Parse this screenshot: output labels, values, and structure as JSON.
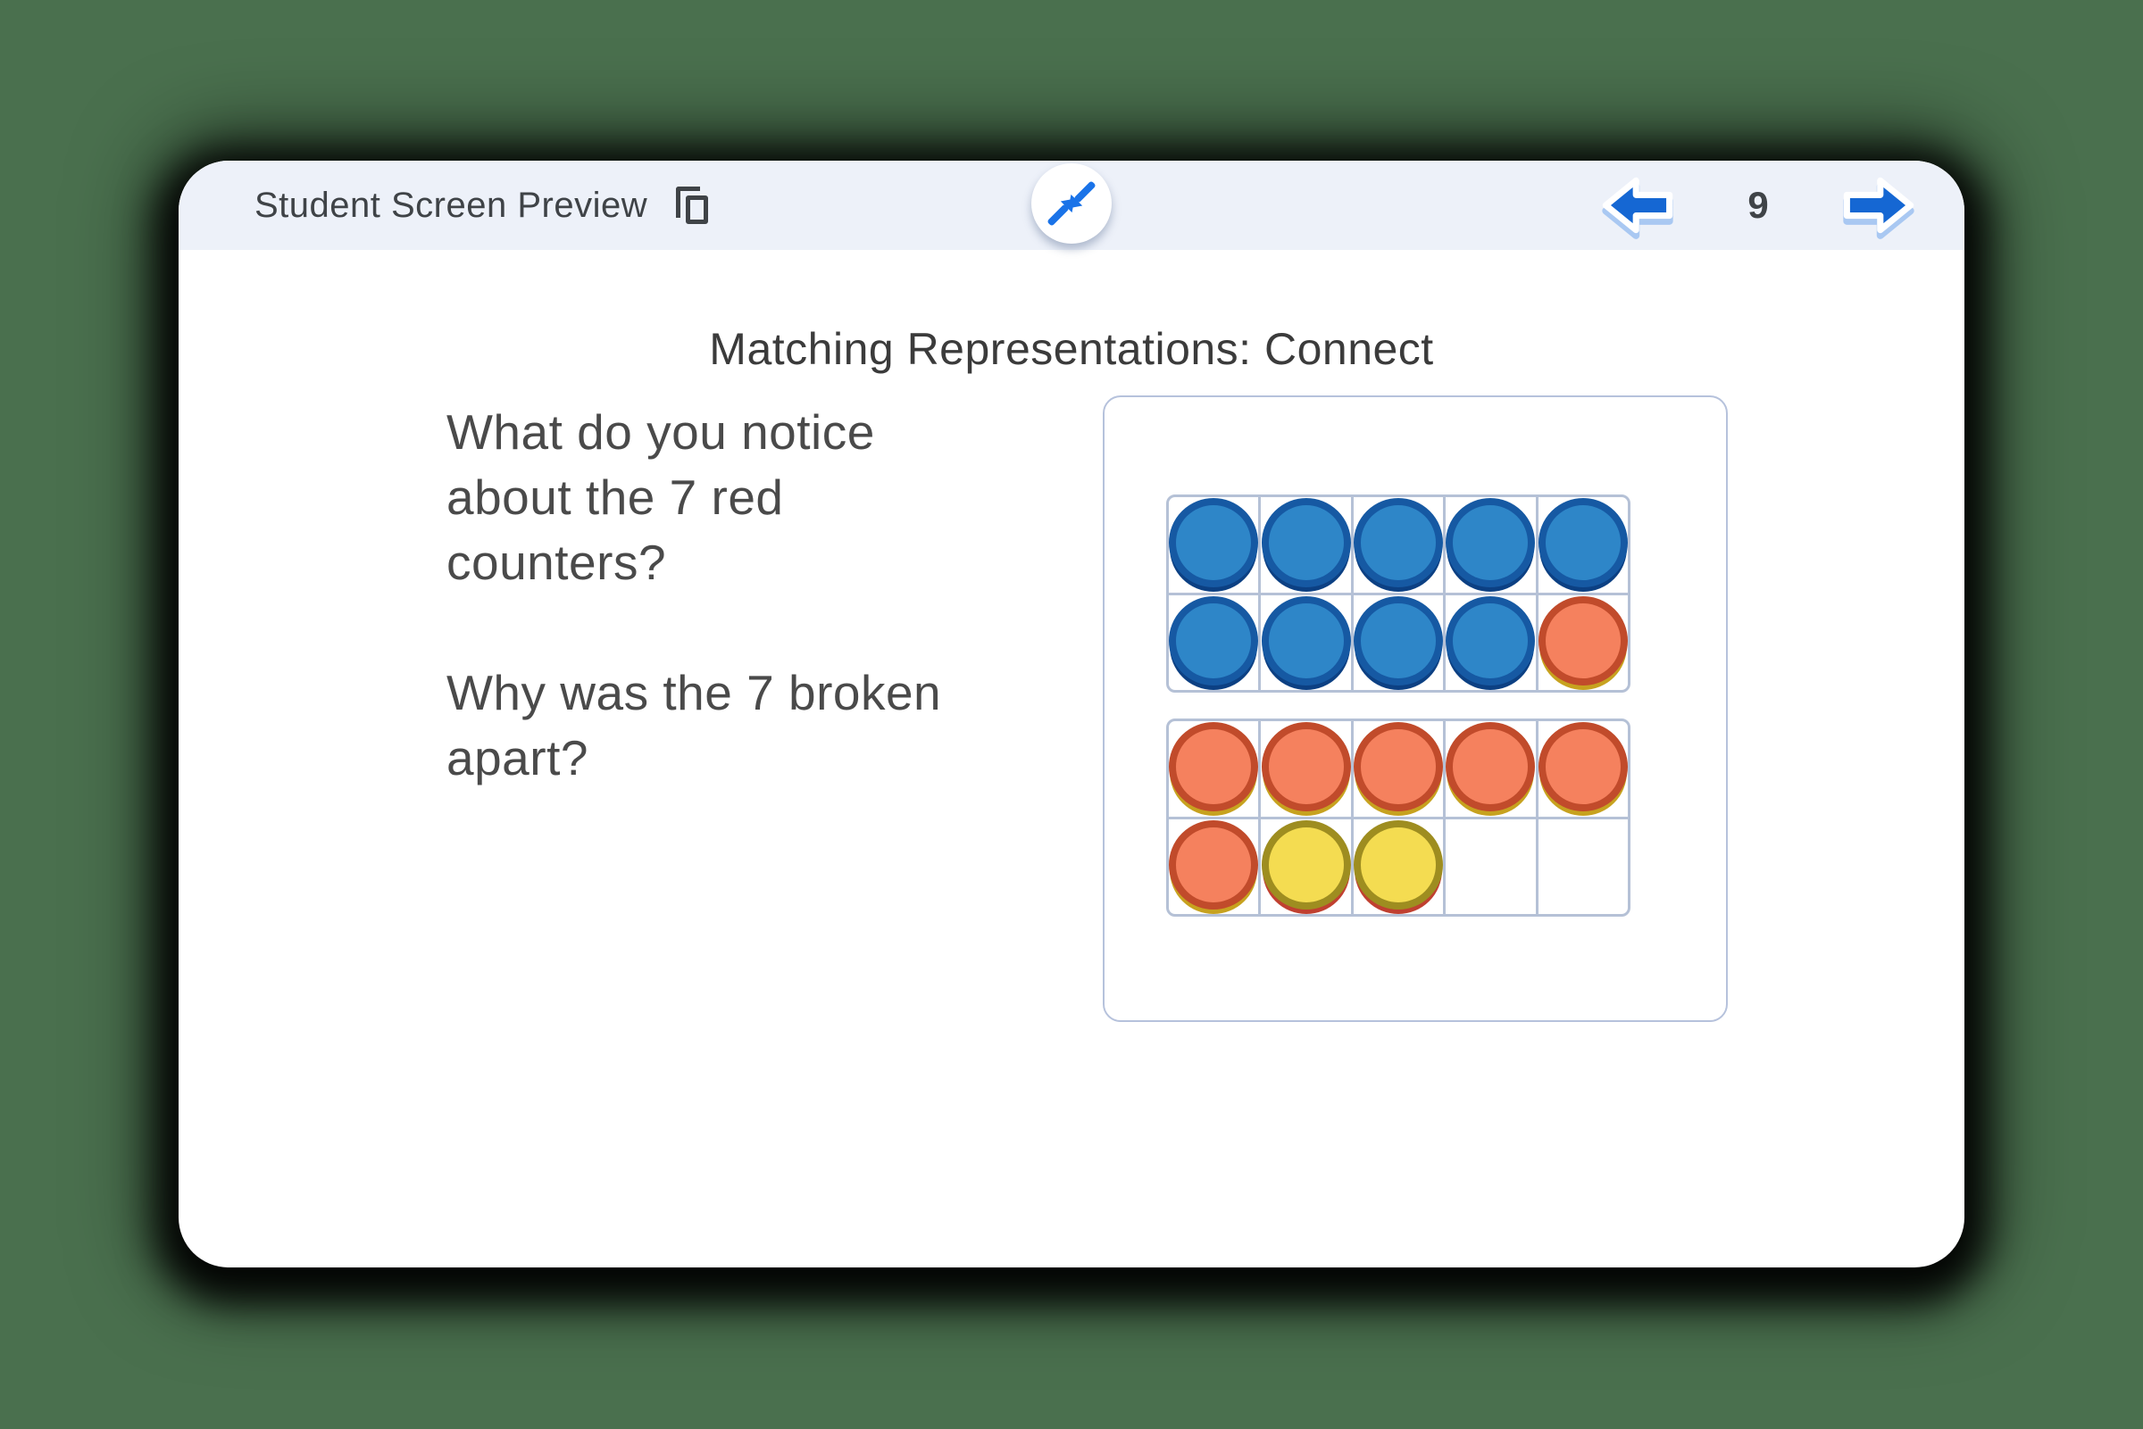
{
  "header": {
    "title": "Student Screen Preview",
    "page_number": "9"
  },
  "slide": {
    "title": "Matching Representations: Connect",
    "question": "What do you notice\nabout the 7 red\ncounters?\n\nWhy was the 7 broken\napart?"
  },
  "ten_frames": {
    "frames": [
      {
        "rows": [
          [
            "blue",
            "blue",
            "blue",
            "blue",
            "blue"
          ],
          [
            "blue",
            "blue",
            "blue",
            "blue",
            "red"
          ]
        ]
      },
      {
        "rows": [
          [
            "red",
            "red",
            "red",
            "red",
            "red"
          ],
          [
            "red",
            "yellow",
            "yellow",
            "empty",
            "empty"
          ]
        ]
      }
    ],
    "counter_styles": {
      "blue": {
        "fill": "#2e86c8",
        "ring": "#1659a3",
        "under": "#0c4083"
      },
      "red": {
        "fill": "#f5815e",
        "ring": "#c14b2b",
        "under": "#c7a21f"
      },
      "yellow": {
        "fill": "#f4dc51",
        "ring": "#9e8d20",
        "under": "#c04030"
      }
    }
  },
  "colors": {
    "page_bg": "#4a704e",
    "header_bg": "#edf1f9",
    "accent_blue": "#1a73e8",
    "nav_arrow_fill": "#1567d3",
    "nav_arrow_shadow": "#a9c8f2",
    "frame_line": "#b5c1d6",
    "panel_border": "#b6c2dc",
    "text_dark": "#3f4347",
    "slide_text": "#4a4a4a"
  }
}
